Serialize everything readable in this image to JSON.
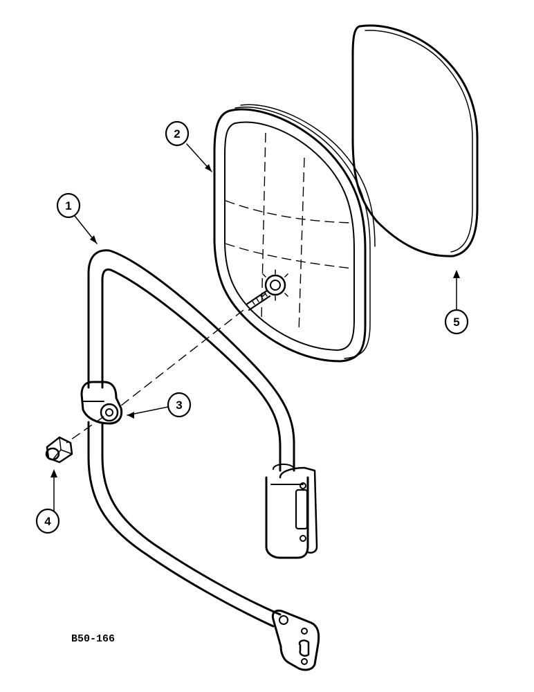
{
  "diagram": {
    "reference_code": "B50-166",
    "callouts": [
      {
        "id": "1",
        "label": "1"
      },
      {
        "id": "2",
        "label": "2"
      },
      {
        "id": "3",
        "label": "3"
      },
      {
        "id": "4",
        "label": "4"
      },
      {
        "id": "5",
        "label": "5"
      }
    ]
  }
}
